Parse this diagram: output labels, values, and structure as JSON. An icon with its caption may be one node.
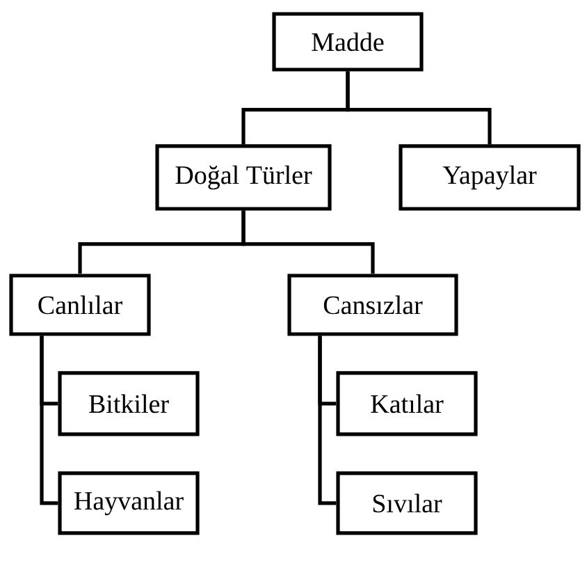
{
  "diagram": {
    "nodes": [
      {
        "text": [
          "Madde"
        ]
      },
      {
        "text": [
          "Doğal Türler"
        ]
      },
      {
        "text": [
          "Yapaylar"
        ]
      },
      {
        "text": [
          "Canlılar"
        ]
      },
      {
        "text": [
          "Cansızlar"
        ]
      },
      {
        "text": [
          "Bitkiler"
        ]
      },
      {
        "text": [
          "Hayvanlar"
        ]
      },
      {
        "text": [
          "Katılar"
        ]
      },
      {
        "text": [
          "Sıvılar"
        ]
      }
    ],
    "edges": [
      {
        "from": 0,
        "to": 1,
        "arrow": "none"
      },
      {
        "from": 0,
        "to": 2,
        "arrow": "none"
      },
      {
        "from": 1,
        "to": 3,
        "arrow": "none"
      },
      {
        "from": 1,
        "to": 4,
        "arrow": "none"
      },
      {
        "from": 3,
        "to": 5,
        "arrow": "none"
      },
      {
        "from": 3,
        "to": 6,
        "arrow": "none"
      },
      {
        "from": 4,
        "to": 7,
        "arrow": "none"
      },
      {
        "from": 4,
        "to": 8,
        "arrow": "none"
      }
    ]
  }
}
